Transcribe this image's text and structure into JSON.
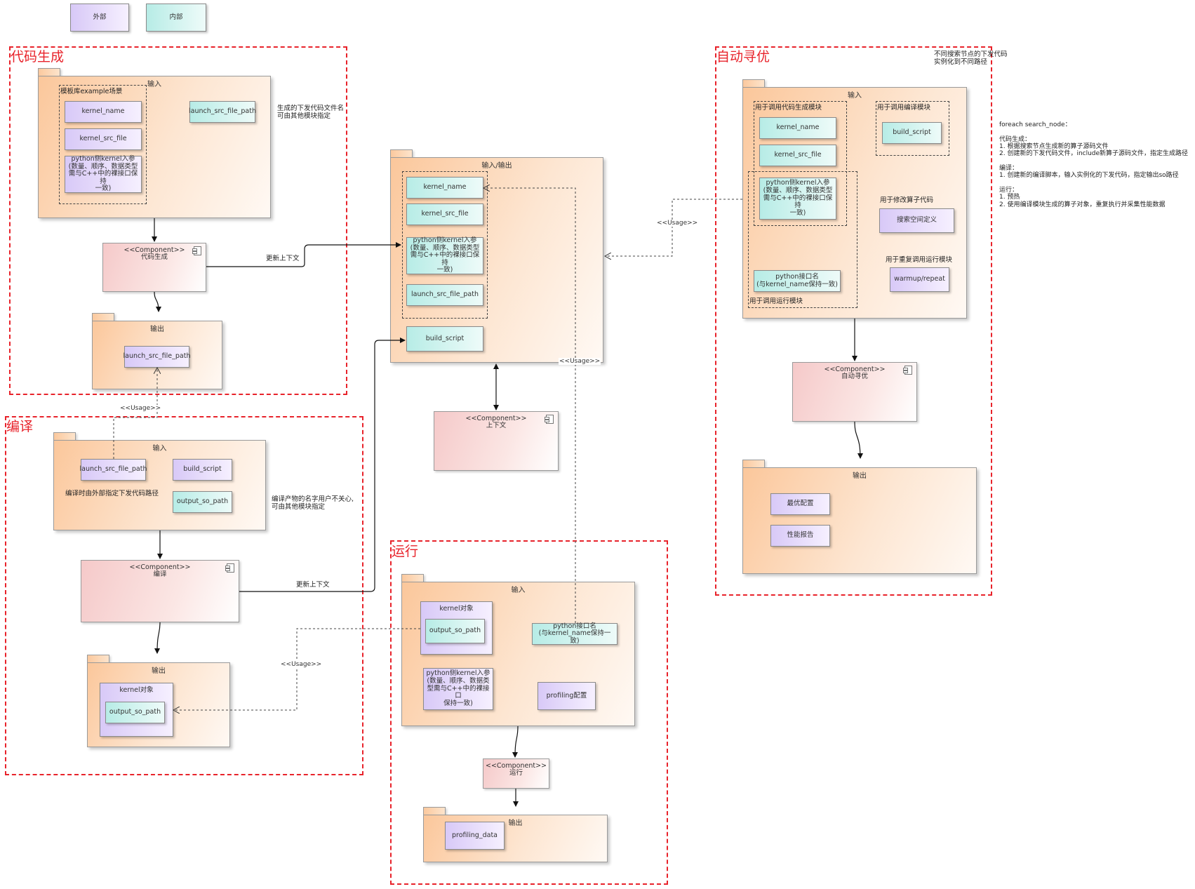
{
  "legend": {
    "external": "外部",
    "internal": "内部"
  },
  "codegen": {
    "title": "代码生成",
    "input_label": "输入",
    "template_group": "模板库example场景",
    "kernel_name": "kernel_name",
    "kernel_src_file": "kernel_src_file",
    "python_args": "python侧kernel入参\n(数量、顺序、数据类型\n需与C++中的裸接口保持\n一致)",
    "launch_src_file_path": "launch_src_file_path",
    "note": "生成的下发代码文件名\n可由其他模块指定",
    "component_stereotype": "<<Component>>",
    "component_name": "代码生成",
    "output_label": "输出",
    "output_item": "launch_src_file_path"
  },
  "compile": {
    "title": "编译",
    "input_label": "输入",
    "launch_src_file_path": "launch_src_file_path",
    "build_script": "build_script",
    "output_so_path": "output_so_path",
    "inner_note": "编译时由外部指定下发代码路径",
    "note": "编译产物的名字用户不关心,\n可由其他模块指定",
    "component_stereotype": "<<Component>>",
    "component_name": "编译",
    "output_label": "输出",
    "output_kernel_obj": "kernel对象",
    "output_so_path_item": "output_so_path"
  },
  "context": {
    "io_label": "输入/输出",
    "kernel_name": "kernel_name",
    "kernel_src_file": "kernel_src_file",
    "python_args": "python侧kernel入参\n(数量、顺序、数据类型\n需与C++中的裸接口保持\n一致)",
    "launch_src_file_path": "launch_src_file_path",
    "build_script": "build_script",
    "component_stereotype": "<<Component>>",
    "component_name": "上下文"
  },
  "run": {
    "title": "运行",
    "input_label": "输入",
    "kernel_obj": "kernel对象",
    "output_so_path": "output_so_path",
    "python_iface": "python接口名\n(与kernel_name保持一致)",
    "python_args": "python侧kernel入参\n(数量、顺序、数据类\n型需与C++中的裸接口\n保持一致)",
    "profiling_config": "profiling配置",
    "component_stereotype": "<<Component>>",
    "component_name": "运行",
    "output_label": "输出",
    "profiling_data": "profiling_data"
  },
  "autotune": {
    "title": "自动寻优",
    "top_note": "不同搜索节点的下发代码\n实例化到不同路径",
    "input_label": "输入",
    "codegen_group": "用于调用代码生成模块",
    "compile_group": "用于调用编译模块",
    "run_group": "用于调用运行模块",
    "kernel_name": "kernel_name",
    "kernel_src_file": "kernel_src_file",
    "python_args": "python侧kernel入参\n(数量、顺序、数据类型\n需与C++中的裸接口保持\n一致)",
    "build_script": "build_script",
    "modify_label": "用于修改算子代码",
    "search_space": "搜索空间定义",
    "repeat_label": "用于重复调用运行模块",
    "warmup_repeat": "warmup/repeat",
    "python_iface": "python接口名\n(与kernel_name保持一致)",
    "component_stereotype": "<<Component>>",
    "component_name": "自动寻优",
    "output_label": "输出",
    "best_config": "最优配置",
    "perf_report": "性能报告"
  },
  "side_note": "foreach search_node：\n\n代码生成：\n1. 根据搜索节点生成新的算子源码文件\n2. 创建新的下发代码文件，include新算子源码文件，指定生成路径\n\n编译：\n1. 创建新的编译脚本，输入实例化的下发代码，指定输出so路径\n\n运行：\n1. 预热\n2. 使用编译模块生成的算子对象，重复执行并采集性能数据",
  "edges": {
    "update_ctx_1": "更新上下文",
    "update_ctx_2": "更新上下文",
    "usage": "<<Usage>>"
  }
}
